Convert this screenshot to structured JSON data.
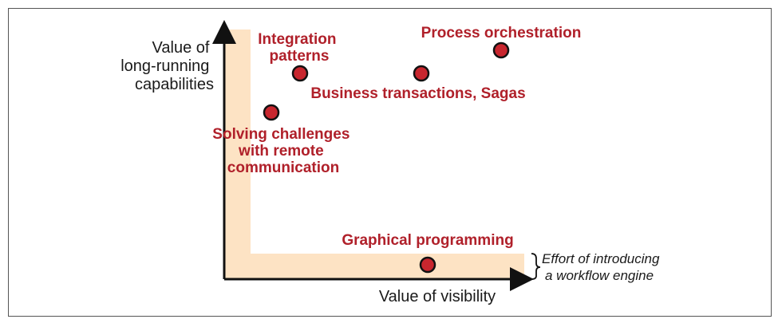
{
  "axes": {
    "y_label_lines": [
      "Value of",
      "long-running",
      "capabilities"
    ],
    "x_label": "Value of visibility"
  },
  "effort_label_lines": [
    "Effort of introducing",
    "a workflow engine"
  ],
  "points": [
    {
      "id": "process-orchestration",
      "label_lines": [
        "Process orchestration"
      ]
    },
    {
      "id": "integration-patterns",
      "label_lines": [
        "Integration",
        "patterns"
      ]
    },
    {
      "id": "business-transactions",
      "label_lines": [
        "Business transactions, Sagas"
      ]
    },
    {
      "id": "remote-communication",
      "label_lines": [
        "Solving challenges",
        "with remote",
        "communication"
      ]
    },
    {
      "id": "graphical-programming",
      "label_lines": [
        "Graphical programming"
      ]
    }
  ],
  "colors": {
    "marker_fill": "#c8262e",
    "label_red": "#b0202a",
    "band_fill": "#fde3c4",
    "axis": "#111111"
  }
}
